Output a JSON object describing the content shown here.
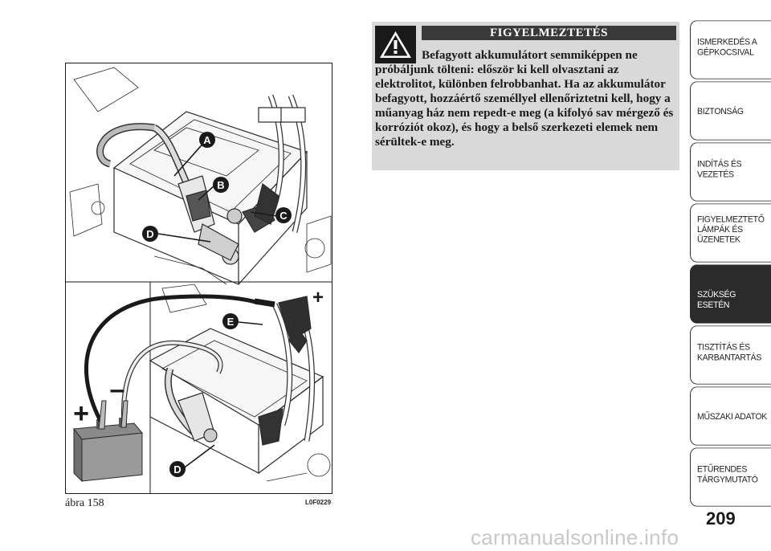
{
  "figure": {
    "caption": "ábra 158",
    "code": "L0F0229",
    "labels": {
      "a": "A",
      "b": "B",
      "c": "C",
      "d_top": "D",
      "e": "E",
      "d_bottom": "D"
    },
    "signs": {
      "plus_top": "+",
      "plus_left": "+",
      "minus_left": "–"
    }
  },
  "warning": {
    "title": "FIGYELMEZTETÉS",
    "body": "Befagyott akkumulátort semmiképpen ne próbáljunk tölteni: először ki kell olvasztani az elektrolitot, különben felrobbanhat. Ha az akkumulátor befagyott, hozzáértő személlyel ellenőriztetni kell, hogy a műanyag ház nem repedt-e meg (a kifolyó sav mérgező és korróziót okoz), és hogy a belső szerkezeti elemek nem sérültek-e meg."
  },
  "sidebar": {
    "tabs": [
      {
        "lines": [
          "ISMERKEDÉS A",
          "GÉPKOCSIVAL"
        ]
      },
      {
        "lines": [
          "BIZTONSÁG"
        ]
      },
      {
        "lines": [
          "INDÍTÁS ÉS",
          "VEZETÉS"
        ]
      },
      {
        "lines": [
          "FIGYELMEZTETŐ",
          "LÁMPÁK ÉS",
          "ÜZENETEK"
        ]
      },
      {
        "lines": [
          "SZÜKSÉG ESETÉN"
        ]
      },
      {
        "lines": [
          "TISZTÍTÁS ÉS",
          "KARBANTARTÁS"
        ]
      },
      {
        "lines": [
          "MŰSZAKI ADATOK"
        ]
      },
      {
        "lines": [
          "ETŰRENDES",
          "TÁRGYMUTATÓ"
        ]
      }
    ]
  },
  "page_number": "209",
  "watermark": "carmanualsonline.info",
  "colors": {
    "warning_bg": "#d9d9d9",
    "title_bar": "#3a3a3a",
    "active_tab": "#2b2b2b",
    "label_bg": "#1a1a1a"
  }
}
